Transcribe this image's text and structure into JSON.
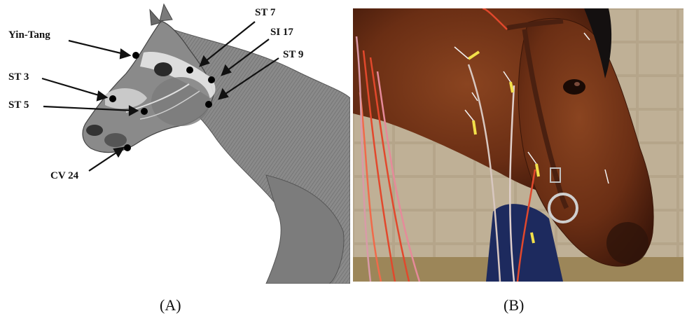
{
  "panel_a": {
    "caption": "(A)",
    "points": [
      {
        "id": "yin-tang",
        "label": "Yin-Tang"
      },
      {
        "id": "st3",
        "label": "ST 3"
      },
      {
        "id": "st5",
        "label": "ST 5"
      },
      {
        "id": "cv24",
        "label": "CV 24"
      },
      {
        "id": "st7",
        "label": "ST 7"
      },
      {
        "id": "si17",
        "label": "SI 17"
      },
      {
        "id": "st9",
        "label": "ST 9"
      }
    ]
  },
  "panel_b": {
    "caption": "(B)"
  },
  "colors": {
    "muscle": "#8d8d8d",
    "coat": "#6a2e14",
    "wall": "#b8a98e",
    "wire_red": "#e2482c",
    "needle_yellow": "#f2e04a"
  }
}
